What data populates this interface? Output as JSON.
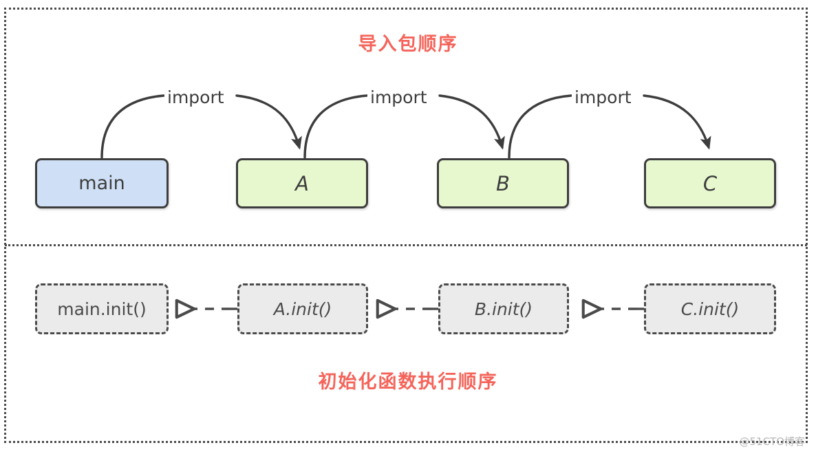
{
  "diagram": {
    "sections": {
      "top_caption": "导入包顺序",
      "bottom_caption": "初始化函数执行顺序"
    },
    "packages": [
      {
        "id": "main",
        "label": "main",
        "kind": "entry",
        "fill": "#cfe0f6"
      },
      {
        "id": "a",
        "label": "A",
        "kind": "package",
        "fill": "#e7f8cf"
      },
      {
        "id": "b",
        "label": "B",
        "kind": "package",
        "fill": "#e7f8cf"
      },
      {
        "id": "c",
        "label": "C",
        "kind": "package",
        "fill": "#e7f8cf"
      }
    ],
    "import_edges": [
      {
        "from": "main",
        "to": "a",
        "label": "import"
      },
      {
        "from": "a",
        "to": "b",
        "label": "import"
      },
      {
        "from": "b",
        "to": "c",
        "label": "import"
      }
    ],
    "init_calls": [
      {
        "id": "init-main",
        "label": "main.init()"
      },
      {
        "id": "init-a",
        "label": "A.init()"
      },
      {
        "id": "init-b",
        "label": "B.init()"
      },
      {
        "id": "init-c",
        "label": "C.init()"
      }
    ],
    "init_edges": [
      {
        "from": "init-a",
        "to": "init-main"
      },
      {
        "from": "init-b",
        "to": "init-a"
      },
      {
        "from": "init-c",
        "to": "init-b"
      }
    ],
    "colors": {
      "caption": "#f4645a",
      "stroke": "#3d3d3d",
      "entry_fill": "#cfe0f6",
      "package_fill": "#e7f8cf",
      "init_fill": "#ebebeb",
      "frame": "#4a4a4a"
    },
    "watermark": "@51CTO博客"
  }
}
